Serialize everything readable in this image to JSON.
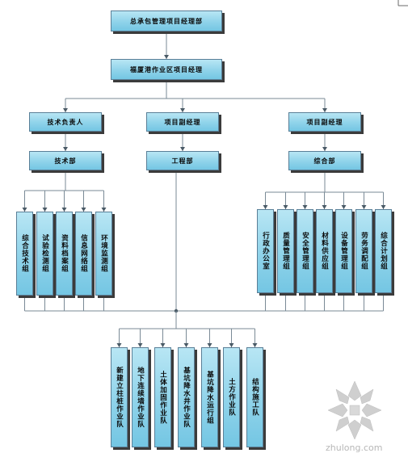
{
  "title": "总承包管理项目经理部",
  "level2": "福厦港作业区项目经理",
  "level3": {
    "left": "技术负责人",
    "center": "项目副经理",
    "right": "项目副经理"
  },
  "level4": {
    "left": "技术部",
    "center": "工程部",
    "right": "综合部"
  },
  "tech_groups": [
    "综合技术组",
    "试验检测组",
    "资料档案组",
    "信息网络组",
    "环境监测组"
  ],
  "admin_groups": [
    "行政办公室",
    "质量管理组",
    "安全管理组",
    "材料供应组",
    "设备管理组",
    "劳务调配组",
    "综合计划组"
  ],
  "work_teams": [
    "新建立柱桩作业队",
    "地下连续墙作业队",
    "土体加固作业队",
    "基坑降水井作业队",
    "基坑降水运行组",
    "土方作业队",
    "结构施工队"
  ],
  "watermark": "zhulong.com",
  "colors": {
    "box_fill": "#8fd3ea",
    "box_border": "#5a7f97",
    "shadow": "#3b3b3b",
    "line": "#7a8a96"
  }
}
